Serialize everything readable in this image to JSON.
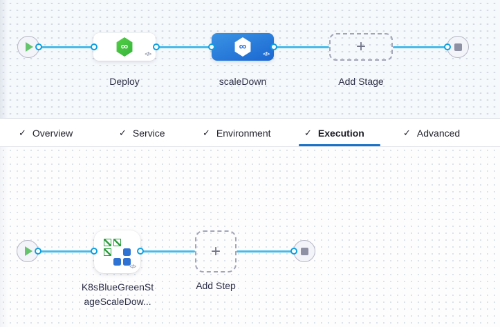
{
  "glyphs": {
    "check": "✓",
    "plus": "+",
    "infinity": "∞",
    "code": "</>"
  },
  "stage_pipeline": {
    "stages": [
      {
        "name": "Deploy",
        "selected": false
      },
      {
        "name": "scaleDown",
        "selected": true
      }
    ],
    "add_stage_label": "Add Stage"
  },
  "tabs": [
    {
      "label": "Overview",
      "checked": true,
      "active": false
    },
    {
      "label": "Service",
      "checked": true,
      "active": false
    },
    {
      "label": "Environment",
      "checked": true,
      "active": false
    },
    {
      "label": "Execution",
      "checked": true,
      "active": true
    },
    {
      "label": "Advanced",
      "checked": true,
      "active": false
    }
  ],
  "execution": {
    "step_name_line1": "K8sBlueGreenSt",
    "step_name_line2": "ageScaleDow...",
    "add_step_label": "Add Step"
  },
  "colors": {
    "active_tab_underline": "#1a72c8",
    "connector_blue": "#45bbe8",
    "selected_node_blue": "#1e6ed6",
    "cd_green": "#42c53f",
    "k8s_green": "#2f9e3f",
    "k8s_blue": "#2e72d3"
  }
}
